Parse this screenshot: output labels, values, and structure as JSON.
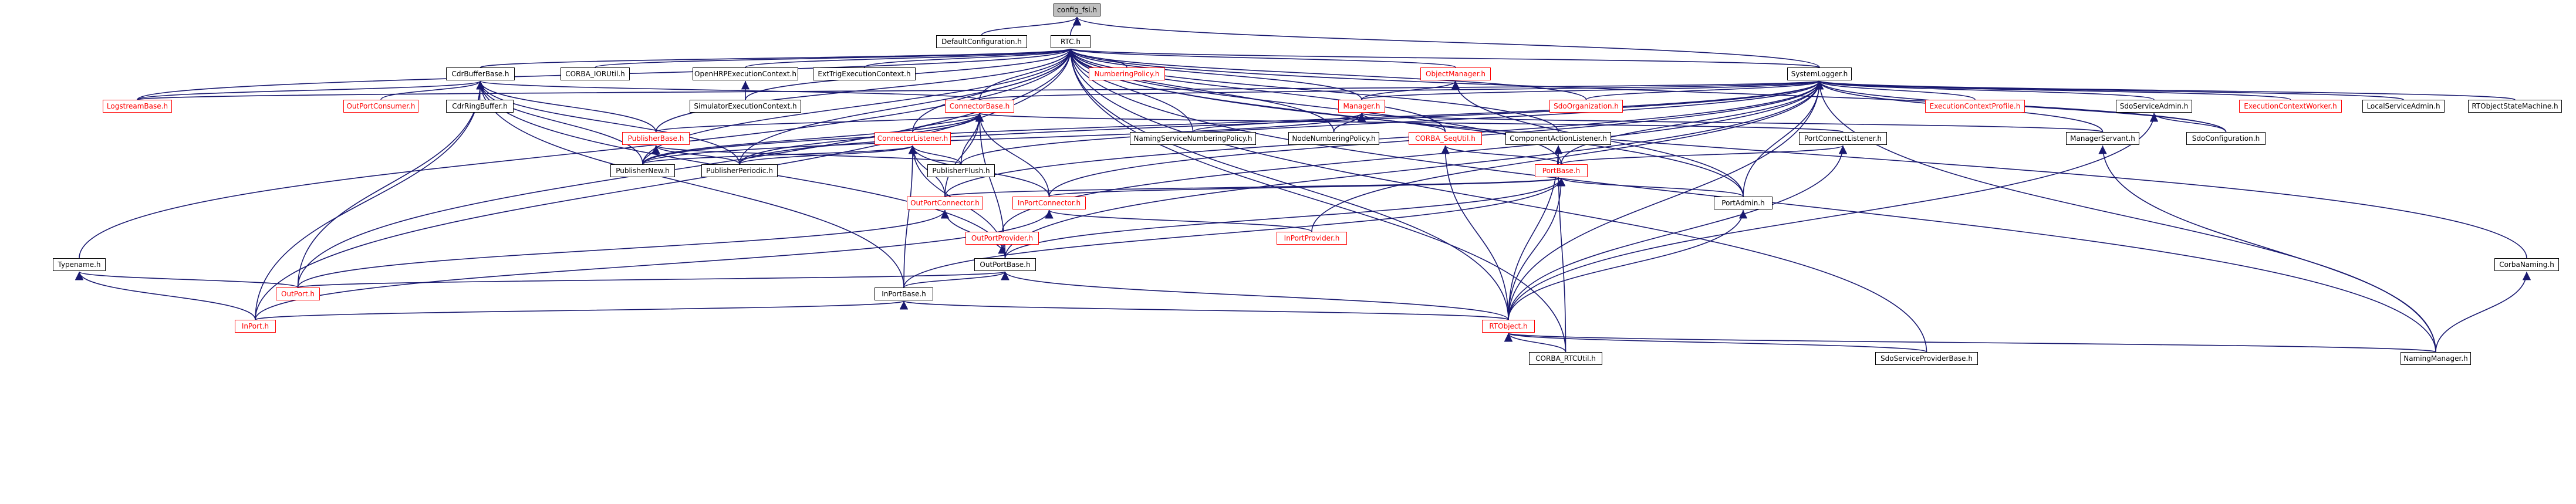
{
  "title": "config_fsi.h include dependency graph",
  "colors": {
    "edge": "#191970",
    "link_border": "#000000",
    "incomplete_border": "#ff0000",
    "root_fill": "#bfbfbf"
  },
  "nodes": {
    "config_fsi_h": {
      "label": "config_fsi.h"
    },
    "DefaultConfiguration_h": {
      "label": "DefaultConfiguration.h"
    },
    "RTC_h": {
      "label": "RTC.h"
    },
    "CdrBufferBase_h": {
      "label": "CdrBufferBase.h"
    },
    "CORBA_IORUtil_h": {
      "label": "CORBA_IORUtil.h"
    },
    "OpenHRPExecutionContext_h": {
      "label": "OpenHRPExecutionContext.h"
    },
    "ExtTrigExecutionContext_h": {
      "label": "ExtTrigExecutionContext.h"
    },
    "NumberingPolicy_h": {
      "label": "NumberingPolicy.h"
    },
    "ObjectManager_h": {
      "label": "ObjectManager.h"
    },
    "SystemLogger_h": {
      "label": "SystemLogger.h"
    },
    "LogstreamBase_h": {
      "label": "LogstreamBase.h"
    },
    "OutPortConsumer_h": {
      "label": "OutPortConsumer.h"
    },
    "CdrRingBuffer_h": {
      "label": "CdrRingBuffer.h"
    },
    "SimulatorExecutionContext_h": {
      "label": "SimulatorExecutionContext.h"
    },
    "ConnectorBase_h": {
      "label": "ConnectorBase.h"
    },
    "Manager_h": {
      "label": "Manager.h"
    },
    "SdoOrganization_h": {
      "label": "SdoOrganization.h"
    },
    "ExecutionContextProfile_h": {
      "label": "ExecutionContextProfile.h"
    },
    "SdoServiceAdmin_h": {
      "label": "SdoServiceAdmin.h"
    },
    "ExecutionContextWorker_h": {
      "label": "ExecutionContextWorker.h"
    },
    "LocalServiceAdmin_h": {
      "label": "LocalServiceAdmin.h"
    },
    "RTObjectStateMachine_h": {
      "label": "RTObjectStateMachine.h"
    },
    "PublisherBase_h": {
      "label": "PublisherBase.h"
    },
    "ConnectorListener_h": {
      "label": "ConnectorListener.h"
    },
    "NamingServiceNumberingPolicy_h": {
      "label": "NamingServiceNumberingPolicy.h"
    },
    "NodeNumberingPolicy_h": {
      "label": "NodeNumberingPolicy.h"
    },
    "CORBA_SeqUtil_h": {
      "label": "CORBA_SeqUtil.h"
    },
    "ComponentActionListener_h": {
      "label": "ComponentActionListener.h"
    },
    "PortConnectListener_h": {
      "label": "PortConnectListener.h"
    },
    "ManagerServant_h": {
      "label": "ManagerServant.h"
    },
    "SdoConfiguration_h": {
      "label": "SdoConfiguration.h"
    },
    "PublisherNew_h": {
      "label": "PublisherNew.h"
    },
    "PublisherPeriodic_h": {
      "label": "PublisherPeriodic.h"
    },
    "PublisherFlush_h": {
      "label": "PublisherFlush.h"
    },
    "PortBase_h": {
      "label": "PortBase.h"
    },
    "OutPortConnector_h": {
      "label": "OutPortConnector.h"
    },
    "InPortConnector_h": {
      "label": "InPortConnector.h"
    },
    "PortAdmin_h": {
      "label": "PortAdmin.h"
    },
    "OutPortProvider_h": {
      "label": "OutPortProvider.h"
    },
    "InPortProvider_h": {
      "label": "InPortProvider.h"
    },
    "Typename_h": {
      "label": "Typename.h"
    },
    "OutPortBase_h": {
      "label": "OutPortBase.h"
    },
    "CorbaNaming_h": {
      "label": "CorbaNaming.h"
    },
    "OutPort_h": {
      "label": "OutPort.h"
    },
    "InPortBase_h": {
      "label": "InPortBase.h"
    },
    "InPort_h": {
      "label": "InPort.h"
    },
    "RTObject_h": {
      "label": "RTObject.h"
    },
    "CORBA_RTCUtil_h": {
      "label": "CORBA_RTCUtil.h"
    },
    "SdoServiceProviderBase_h": {
      "label": "SdoServiceProviderBase.h"
    },
    "NamingManager_h": {
      "label": "NamingManager.h"
    }
  },
  "edges": [
    [
      "DefaultConfiguration_h",
      "config_fsi_h"
    ],
    [
      "RTC_h",
      "config_fsi_h"
    ],
    [
      "SystemLogger_h",
      "config_fsi_h"
    ],
    [
      "CdrBufferBase_h",
      "RTC_h"
    ],
    [
      "CORBA_IORUtil_h",
      "RTC_h"
    ],
    [
      "OpenHRPExecutionContext_h",
      "RTC_h"
    ],
    [
      "ExtTrigExecutionContext_h",
      "RTC_h"
    ],
    [
      "NumberingPolicy_h",
      "RTC_h"
    ],
    [
      "ObjectManager_h",
      "RTC_h"
    ],
    [
      "SystemLogger_h",
      "RTC_h"
    ],
    [
      "LogstreamBase_h",
      "RTC_h"
    ],
    [
      "SimulatorExecutionContext_h",
      "RTC_h"
    ],
    [
      "ConnectorBase_h",
      "RTC_h"
    ],
    [
      "Manager_h",
      "RTC_h"
    ],
    [
      "SdoOrganization_h",
      "RTC_h"
    ],
    [
      "PublisherBase_h",
      "RTC_h"
    ],
    [
      "ConnectorListener_h",
      "RTC_h"
    ],
    [
      "NamingServiceNumberingPolicy_h",
      "RTC_h"
    ],
    [
      "NodeNumberingPolicy_h",
      "RTC_h"
    ],
    [
      "CORBA_SeqUtil_h",
      "RTC_h"
    ],
    [
      "ComponentActionListener_h",
      "RTC_h"
    ],
    [
      "SdoConfiguration_h",
      "RTC_h"
    ],
    [
      "PublisherNew_h",
      "RTC_h"
    ],
    [
      "PublisherPeriodic_h",
      "RTC_h"
    ],
    [
      "PortBase_h",
      "RTC_h"
    ],
    [
      "PortAdmin_h",
      "RTC_h"
    ],
    [
      "Typename_h",
      "RTC_h"
    ],
    [
      "OutPort_h",
      "RTC_h"
    ],
    [
      "InPort_h",
      "RTC_h"
    ],
    [
      "CorbaNaming_h",
      "RTC_h"
    ],
    [
      "CORBA_RTCUtil_h",
      "RTC_h"
    ],
    [
      "SdoServiceProviderBase_h",
      "RTC_h"
    ],
    [
      "NamingManager_h",
      "RTC_h"
    ],
    [
      "RTObject_h",
      "RTC_h"
    ],
    [
      "LogstreamBase_h",
      "CdrBufferBase_h"
    ],
    [
      "OutPortConsumer_h",
      "CdrBufferBase_h"
    ],
    [
      "CdrRingBuffer_h",
      "CdrBufferBase_h"
    ],
    [
      "ConnectorBase_h",
      "CdrBufferBase_h"
    ],
    [
      "PublisherBase_h",
      "CdrBufferBase_h"
    ],
    [
      "PublisherNew_h",
      "CdrBufferBase_h"
    ],
    [
      "PublisherPeriodic_h",
      "CdrBufferBase_h"
    ],
    [
      "OutPortBase_h",
      "CdrBufferBase_h"
    ],
    [
      "OutPort_h",
      "CdrBufferBase_h"
    ],
    [
      "InPortBase_h",
      "CdrBufferBase_h"
    ],
    [
      "InPort_h",
      "CdrBufferBase_h"
    ],
    [
      "SimulatorExecutionContext_h",
      "OpenHRPExecutionContext_h"
    ],
    [
      "Manager_h",
      "ObjectManager_h"
    ],
    [
      "PortAdmin_h",
      "ObjectManager_h"
    ],
    [
      "LogstreamBase_h",
      "SystemLogger_h"
    ],
    [
      "ConnectorBase_h",
      "SystemLogger_h"
    ],
    [
      "Manager_h",
      "SystemLogger_h"
    ],
    [
      "SdoOrganization_h",
      "SystemLogger_h"
    ],
    [
      "ExecutionContextProfile_h",
      "SystemLogger_h"
    ],
    [
      "SdoServiceAdmin_h",
      "SystemLogger_h"
    ],
    [
      "ExecutionContextWorker_h",
      "SystemLogger_h"
    ],
    [
      "LocalServiceAdmin_h",
      "SystemLogger_h"
    ],
    [
      "RTObjectStateMachine_h",
      "SystemLogger_h"
    ],
    [
      "ManagerServant_h",
      "SystemLogger_h"
    ],
    [
      "SdoConfiguration_h",
      "SystemLogger_h"
    ],
    [
      "PublisherNew_h",
      "SystemLogger_h"
    ],
    [
      "PublisherPeriodic_h",
      "SystemLogger_h"
    ],
    [
      "PublisherFlush_h",
      "SystemLogger_h"
    ],
    [
      "PortBase_h",
      "SystemLogger_h"
    ],
    [
      "OutPortConnector_h",
      "SystemLogger_h"
    ],
    [
      "InPortConnector_h",
      "SystemLogger_h"
    ],
    [
      "PortAdmin_h",
      "SystemLogger_h"
    ],
    [
      "OutPortProvider_h",
      "SystemLogger_h"
    ],
    [
      "InPortProvider_h",
      "SystemLogger_h"
    ],
    [
      "OutPortBase_h",
      "SystemLogger_h"
    ],
    [
      "RTObject_h",
      "SystemLogger_h"
    ],
    [
      "NamingManager_h",
      "SystemLogger_h"
    ],
    [
      "PublisherBase_h",
      "ConnectorBase_h"
    ],
    [
      "ConnectorListener_h",
      "ConnectorBase_h"
    ],
    [
      "PublisherNew_h",
      "ConnectorBase_h"
    ],
    [
      "PublisherPeriodic_h",
      "ConnectorBase_h"
    ],
    [
      "PublisherFlush_h",
      "ConnectorBase_h"
    ],
    [
      "OutPortConnector_h",
      "ConnectorBase_h"
    ],
    [
      "InPortConnector_h",
      "ConnectorBase_h"
    ],
    [
      "OutPortBase_h",
      "ConnectorBase_h"
    ],
    [
      "PortConnectListener_h",
      "ConnectorBase_h"
    ],
    [
      "NamingServiceNumberingPolicy_h",
      "Manager_h"
    ],
    [
      "NodeNumberingPolicy_h",
      "Manager_h"
    ],
    [
      "CORBA_SeqUtil_h",
      "Manager_h"
    ],
    [
      "ManagerServant_h",
      "Manager_h"
    ],
    [
      "PublisherNew_h",
      "Manager_h"
    ],
    [
      "SdoConfiguration_h",
      "SdoServiceAdmin_h"
    ],
    [
      "RTObject_h",
      "SdoServiceAdmin_h"
    ],
    [
      "PublisherNew_h",
      "PublisherBase_h"
    ],
    [
      "PublisherPeriodic_h",
      "PublisherBase_h"
    ],
    [
      "PublisherFlush_h",
      "PublisherBase_h"
    ],
    [
      "PublisherNew_h",
      "ConnectorListener_h"
    ],
    [
      "PublisherPeriodic_h",
      "ConnectorListener_h"
    ],
    [
      "PublisherFlush_h",
      "ConnectorListener_h"
    ],
    [
      "OutPortConnector_h",
      "ConnectorListener_h"
    ],
    [
      "InPortConnector_h",
      "ConnectorListener_h"
    ],
    [
      "OutPortBase_h",
      "ConnectorListener_h"
    ],
    [
      "InPortBase_h",
      "ConnectorListener_h"
    ],
    [
      "PortBase_h",
      "CORBA_SeqUtil_h"
    ],
    [
      "RTObject_h",
      "CORBA_SeqUtil_h"
    ],
    [
      "RTObject_h",
      "ComponentActionListener_h"
    ],
    [
      "CORBA_RTCUtil_h",
      "ComponentActionListener_h"
    ],
    [
      "PortBase_h",
      "PortConnectListener_h"
    ],
    [
      "RTObject_h",
      "PortConnectListener_h"
    ],
    [
      "NamingManager_h",
      "ManagerServant_h"
    ],
    [
      "PortAdmin_h",
      "PortBase_h"
    ],
    [
      "OutPortBase_h",
      "PortBase_h"
    ],
    [
      "InPortBase_h",
      "PortBase_h"
    ],
    [
      "RTObject_h",
      "PortBase_h"
    ],
    [
      "OutPortConnector_h",
      "PortBase_h"
    ],
    [
      "InPortConnector_h",
      "PortBase_h"
    ],
    [
      "OutPort_h",
      "OutPortConnector_h"
    ],
    [
      "OutPortBase_h",
      "OutPortConnector_h"
    ],
    [
      "InPort_h",
      "InPortConnector_h"
    ],
    [
      "InPortProvider_h",
      "InPortConnector_h"
    ],
    [
      "RTObject_h",
      "PortAdmin_h"
    ],
    [
      "OutPortBase_h",
      "OutPortProvider_h"
    ],
    [
      "OutPort_h",
      "Typename_h"
    ],
    [
      "InPort_h",
      "Typename_h"
    ],
    [
      "OutPort_h",
      "OutPortBase_h"
    ],
    [
      "InPortBase_h",
      "OutPortBase_h"
    ],
    [
      "RTObject_h",
      "OutPortBase_h"
    ],
    [
      "NamingManager_h",
      "CorbaNaming_h"
    ],
    [
      "InPort_h",
      "InPortBase_h"
    ],
    [
      "RTObject_h",
      "InPortBase_h"
    ],
    [
      "CORBA_RTCUtil_h",
      "RTObject_h"
    ],
    [
      "SdoServiceProviderBase_h",
      "RTObject_h"
    ],
    [
      "NamingManager_h",
      "RTObject_h"
    ]
  ]
}
